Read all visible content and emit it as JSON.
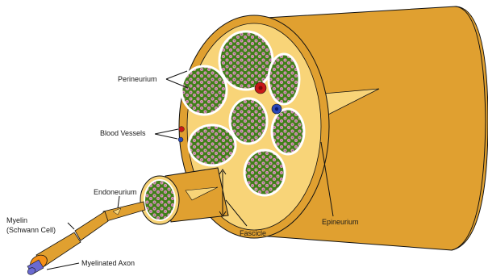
{
  "labels": {
    "perineurium": "Perineurium",
    "blood_vessels": "Blood Vessels",
    "endoneurium": "Endoneurium",
    "myelin_line1": "Myelin",
    "myelin_line2": "(Schwann Cell)",
    "myelinated_axon": "Myelinated Axon",
    "fascicle": "Fascicle",
    "epineurium": "Epineurium"
  },
  "colors": {
    "nerve_orange": "#e0a030",
    "nerve_dark": "#b07818",
    "face_fill": "#f8d478",
    "fascicle_green": "#3f7f1a",
    "fiber_pink": "#d89ab0",
    "vessel_red": "#c81818",
    "vessel_blue": "#2848b8",
    "axon_purple": "#6a6ad0"
  }
}
